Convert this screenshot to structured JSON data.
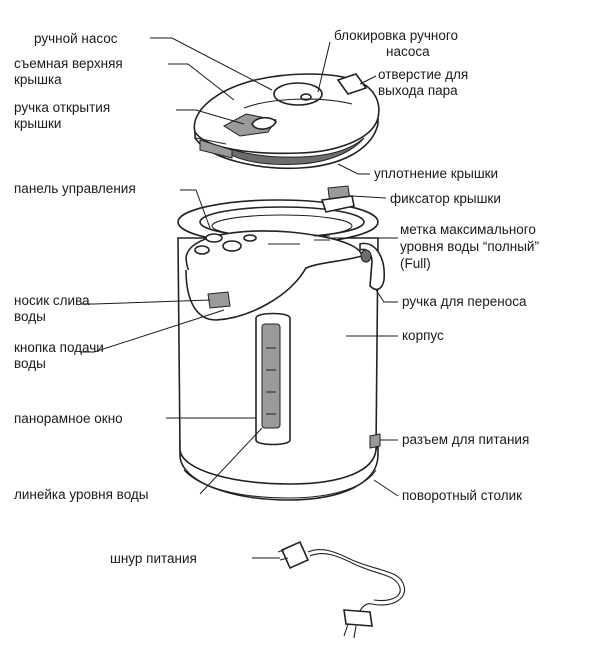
{
  "labels": {
    "manual_pump": "ручной насос",
    "pump_lock_1": "блокировка ручного",
    "pump_lock_2": "насоса",
    "removable_lid_1": "съемная верхняя",
    "removable_lid_2": "крышка",
    "steam_outlet_1": "отверстие для",
    "steam_outlet_2": "выхода пара",
    "lid_handle_1": "ручка открытия",
    "lid_handle_2": "крышки",
    "lid_seal": "уплотнение крышки",
    "control_panel": "панель управления",
    "lid_lock": "фиксатор крышки",
    "max_mark_1": "метка максимального",
    "max_mark_2": "уровня воды “полный”",
    "max_mark_3": "(Full)",
    "spout_1": "носик слива",
    "spout_2": "воды",
    "carry_handle": "ручка для переноса",
    "dispense_button_1": "кнопка подачи",
    "dispense_button_2": "воды",
    "body": "корпус",
    "window": "панорамное окно",
    "power_connector": "разъем для питания",
    "level_gauge": "линейка уровня воды",
    "swivel_base": "поворотный столик",
    "power_cord": "шнур питания"
  }
}
